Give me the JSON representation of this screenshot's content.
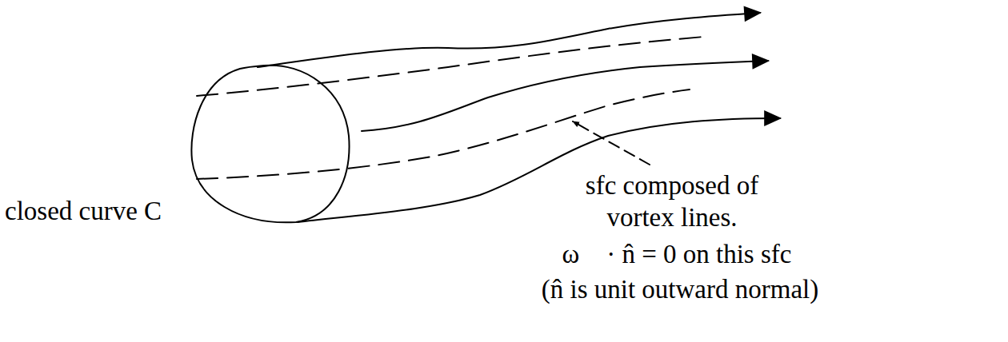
{
  "diagram": {
    "labels": [
      "closed curve C",
      "sfc composed of vortex lines.",
      "ω⃗ · n̂ = 0 on this sfc",
      "(n̂ is unit outward normal)"
    ]
  }
}
